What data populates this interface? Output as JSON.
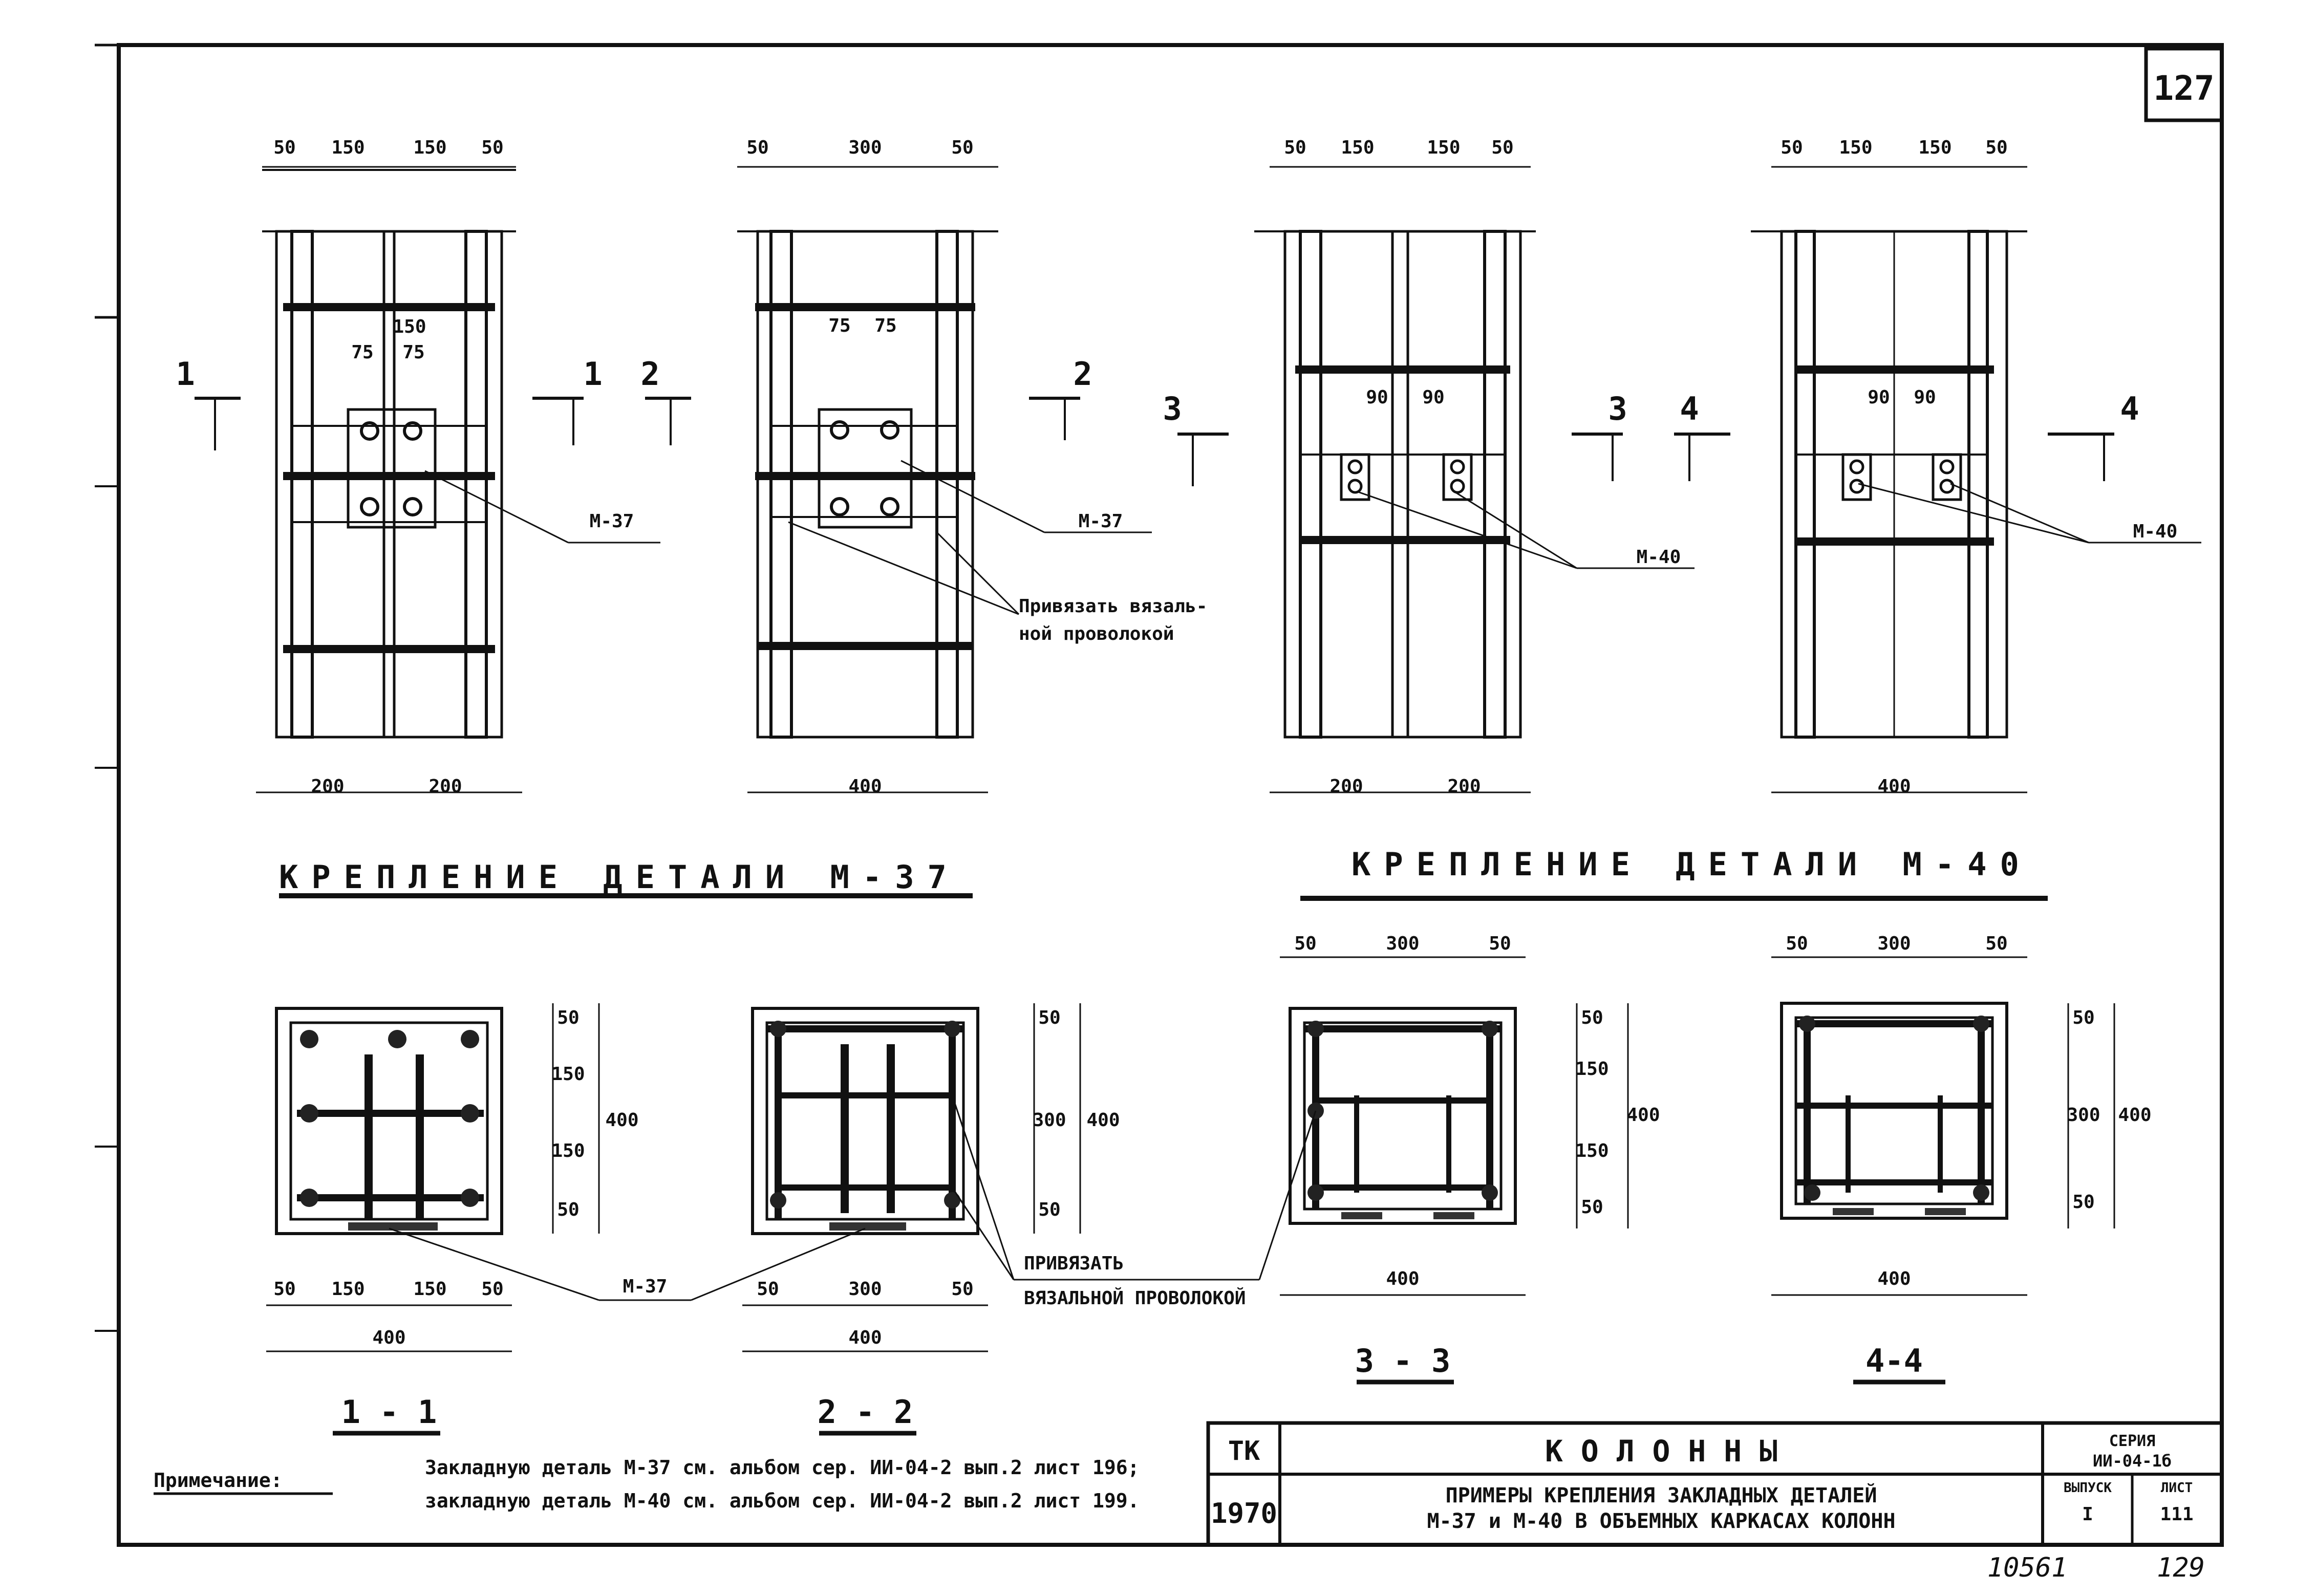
{
  "sheet": {
    "page_number": "127",
    "bottom_number_left": "10561",
    "bottom_number_right": "129"
  },
  "elevations": [
    {
      "top_dims": [
        "50",
        "150",
        "150",
        "50"
      ],
      "bottom_dims": [
        "200",
        "200"
      ],
      "inner_dims": [
        "150",
        "75",
        "75"
      ],
      "cut": "1",
      "part_label": "М-37"
    },
    {
      "top_dims": [
        "50",
        "300",
        "50"
      ],
      "bottom_dims": [
        "400"
      ],
      "inner_dims": [
        "75",
        "75"
      ],
      "cut": "2",
      "part_label": "М-37",
      "wire_note": [
        "Привязать вязаль-",
        "ной проволокой"
      ]
    },
    {
      "top_dims": [
        "50",
        "150",
        "150",
        "50"
      ],
      "bottom_dims": [
        "200",
        "200"
      ],
      "inner_dims": [
        "90",
        "90"
      ],
      "cut": "3",
      "part_label": "М-40"
    },
    {
      "top_dims": [
        "50",
        "150",
        "150",
        "50"
      ],
      "bottom_dims": [
        "400"
      ],
      "inner_dims": [
        "90",
        "90"
      ],
      "cut": "4",
      "part_label": "М-40"
    }
  ],
  "headings": {
    "m37": "КРЕПЛЕНИЕ ДЕТАЛИ М-37",
    "m40": "КРЕПЛЕНИЕ ДЕТАЛИ М-40"
  },
  "sections": [
    {
      "name": "1 - 1",
      "bottom_dims": [
        "50",
        "150",
        "150",
        "50"
      ],
      "total": "400",
      "right_dims": [
        "50",
        "150",
        "150",
        "50"
      ],
      "right_total": "400"
    },
    {
      "name": "2 - 2",
      "bottom_dims": [
        "50",
        "300",
        "50"
      ],
      "total": "400",
      "right_dims": [
        "50",
        "300",
        "50"
      ],
      "right_total": "400"
    },
    {
      "name": "3 - 3",
      "top_dims": [
        "50",
        "300",
        "50"
      ],
      "total": "400",
      "right_dims": [
        "50",
        "150",
        "150",
        "50"
      ],
      "right_total": "400"
    },
    {
      "name": "4-4",
      "top_dims": [
        "50",
        "300",
        "50"
      ],
      "total": "400",
      "right_dims": [
        "50",
        "300",
        "50"
      ],
      "right_total": "400"
    }
  ],
  "callouts": {
    "m37": "М-37",
    "wire": [
      "ПРИВЯЗАТЬ",
      "ВЯЗАЛЬНОЙ ПРОВОЛОКОЙ"
    ]
  },
  "note": {
    "label": "Примечание:",
    "line1": "Закладную деталь М-37 см. альбом сер. ИИ-04-2 вып.2 лист 196;",
    "line2": "закладную деталь М-40 см. альбом сер. ИИ-04-2 вып.2 лист 199."
  },
  "title_block": {
    "tk": "ТК",
    "year": "1970",
    "title": "К О Л О Н Н Ы",
    "subtitle_1": "ПРИМЕРЫ КРЕПЛЕНИЯ ЗАКЛАДНЫХ ДЕТАЛЕЙ",
    "subtitle_2": "М-37 и М-40 В ОБЪЕМНЫХ КАРКАСАХ КОЛОНН",
    "series_label": "СЕРИЯ",
    "series_value": "ИИ-04-1б",
    "issue_label": "ВЫПУСК",
    "issue_value": "I",
    "sheet_label": "ЛИСТ",
    "sheet_value": "111"
  }
}
